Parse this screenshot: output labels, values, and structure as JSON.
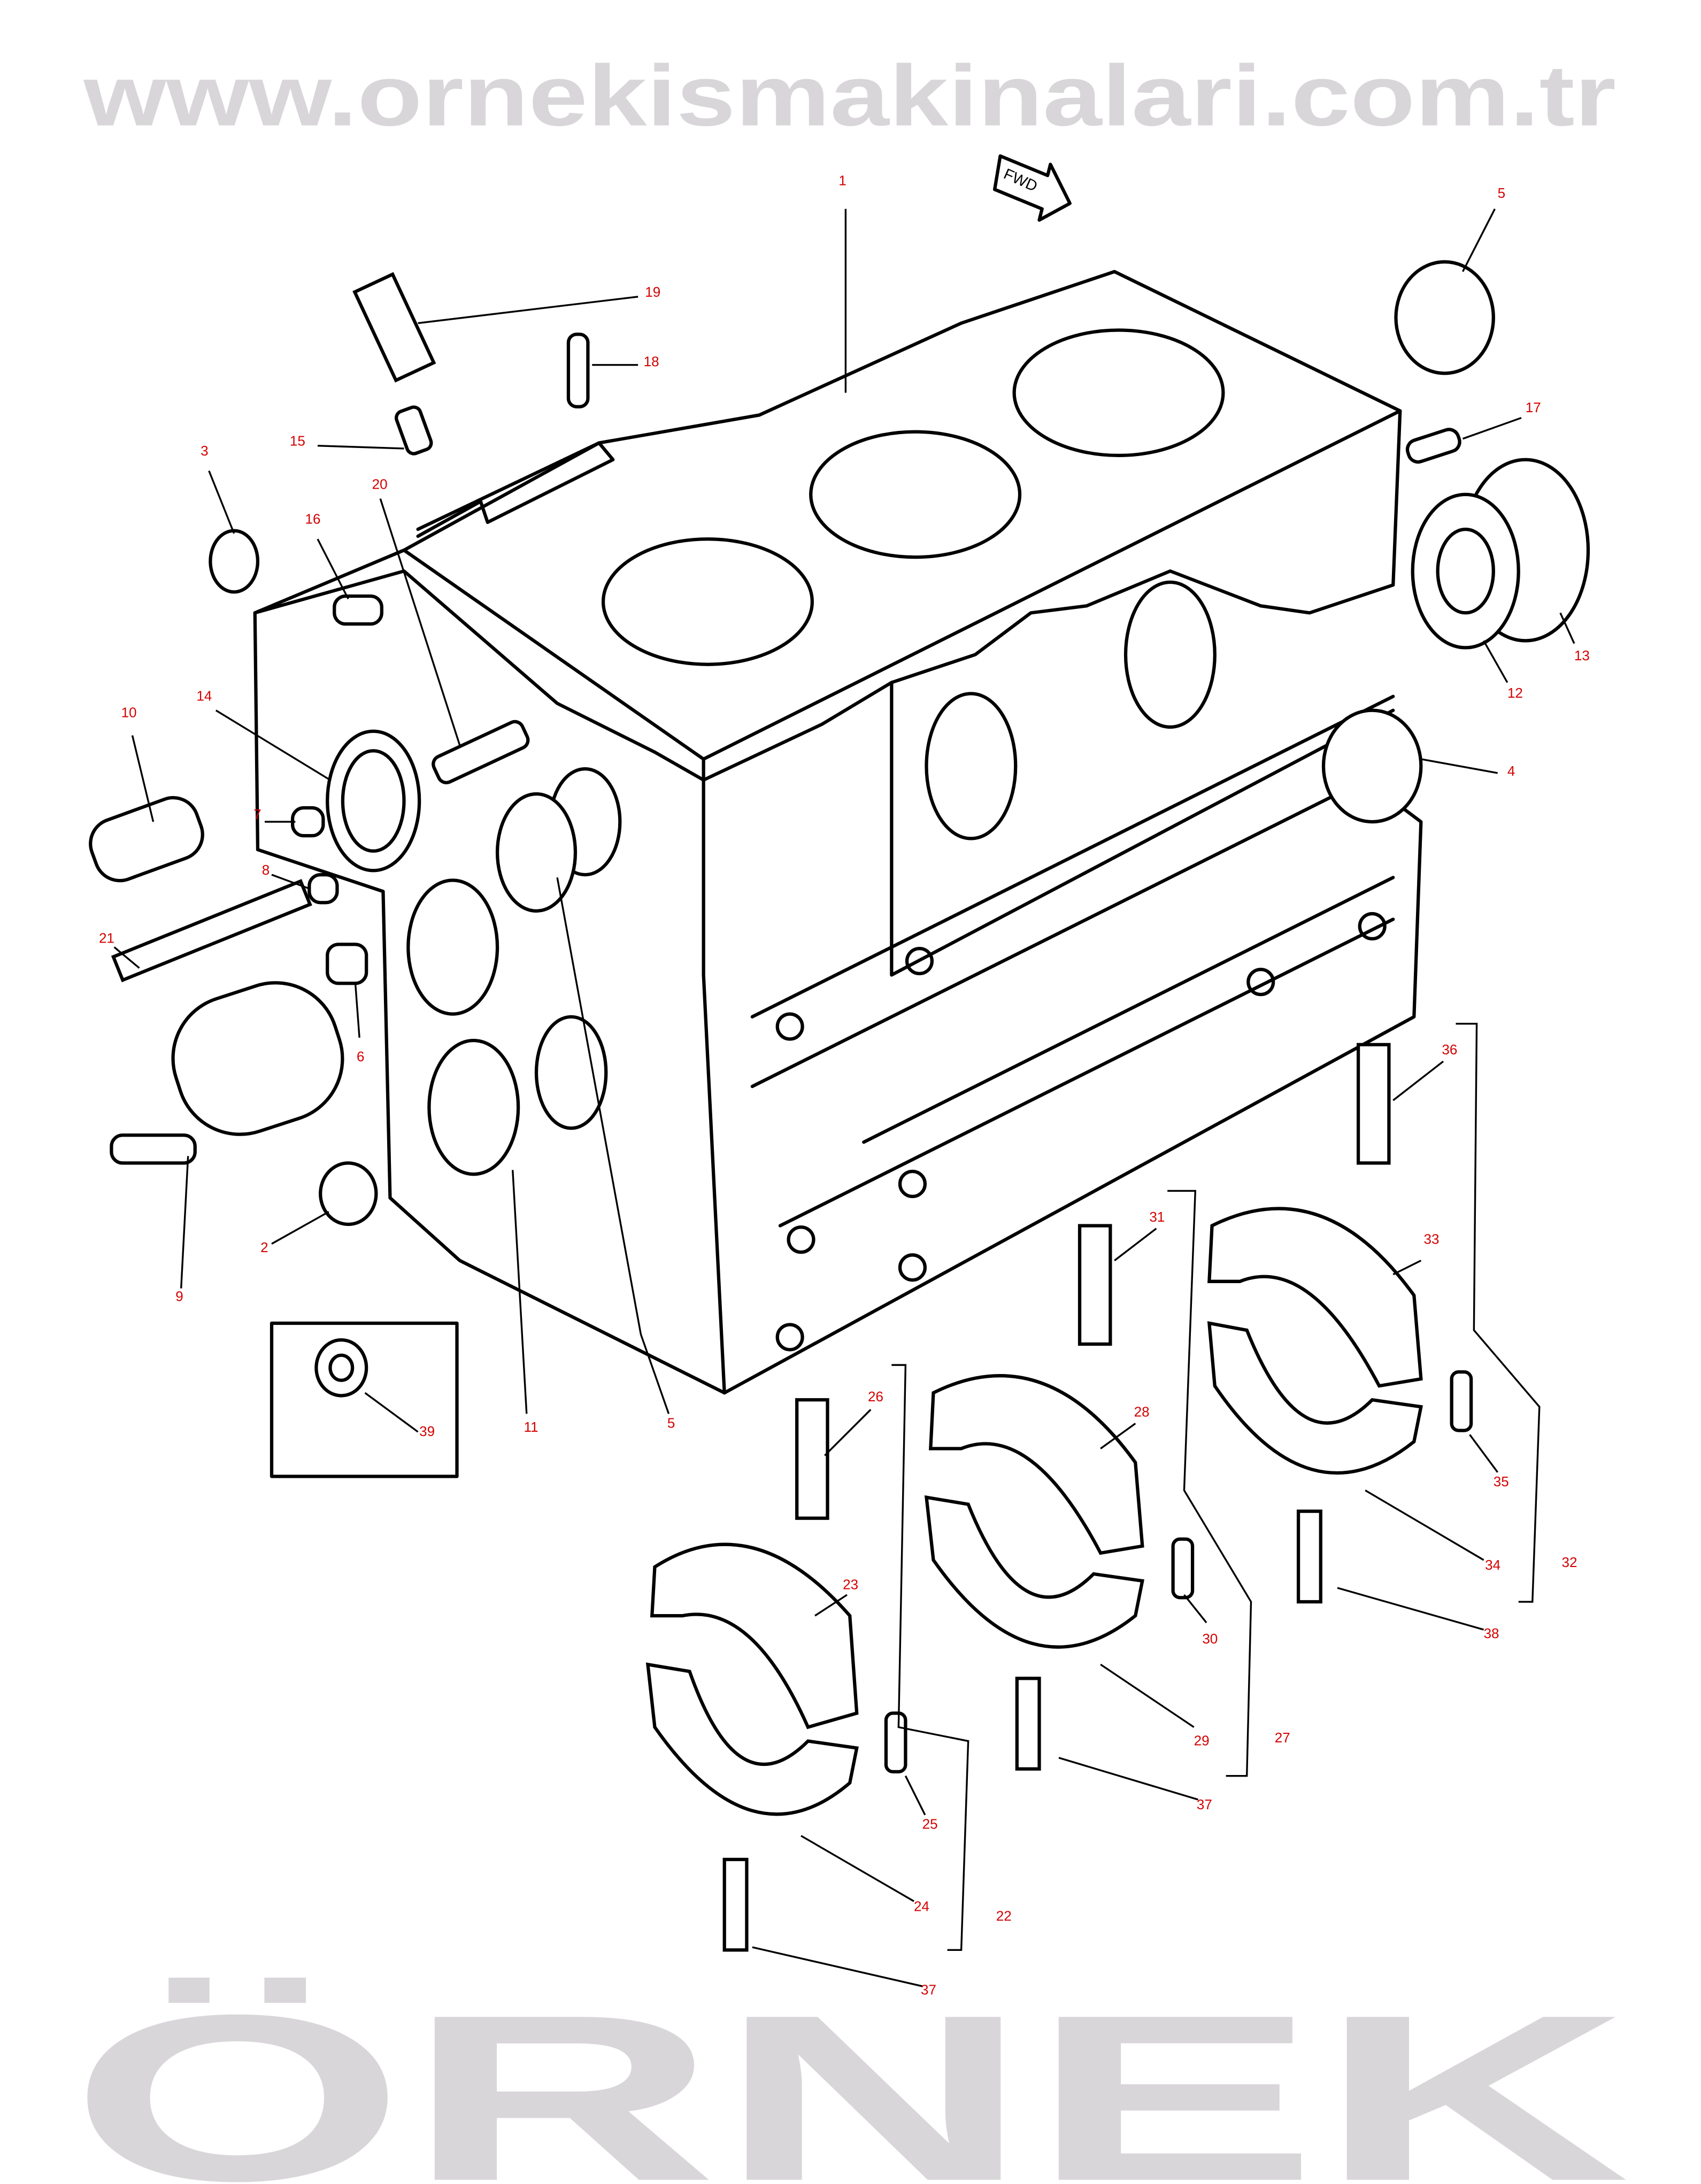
{
  "diagram": {
    "direction_marker": "FWD",
    "watermark": {
      "brand": "ÖRNEK",
      "url": "www.ornekismakinalari.com.tr"
    },
    "callouts": {
      "c1": "1",
      "c2": "2",
      "c3": "3",
      "c4": "4",
      "c5a": "5",
      "c5b": "5",
      "c6": "6",
      "c7": "7",
      "c8": "8",
      "c9": "9",
      "c10": "10",
      "c11": "11",
      "c12": "12",
      "c13": "13",
      "c14": "14",
      "c15": "15",
      "c16": "16",
      "c17": "17",
      "c18": "18",
      "c19": "19",
      "c20": "20",
      "c21": "21",
      "c22": "22",
      "c23": "23",
      "c24": "24",
      "c25": "25",
      "c26": "26",
      "c27": "27",
      "c28": "28",
      "c29": "29",
      "c30": "30",
      "c31": "31",
      "c32": "32",
      "c33": "33",
      "c34": "34",
      "c35": "35",
      "c36": "36",
      "c37a": "37",
      "c37b": "37",
      "c38": "38",
      "c39": "39"
    },
    "colors": {
      "callout": "#d40000",
      "watermark": "#d9d6da",
      "line": "#000000"
    }
  }
}
